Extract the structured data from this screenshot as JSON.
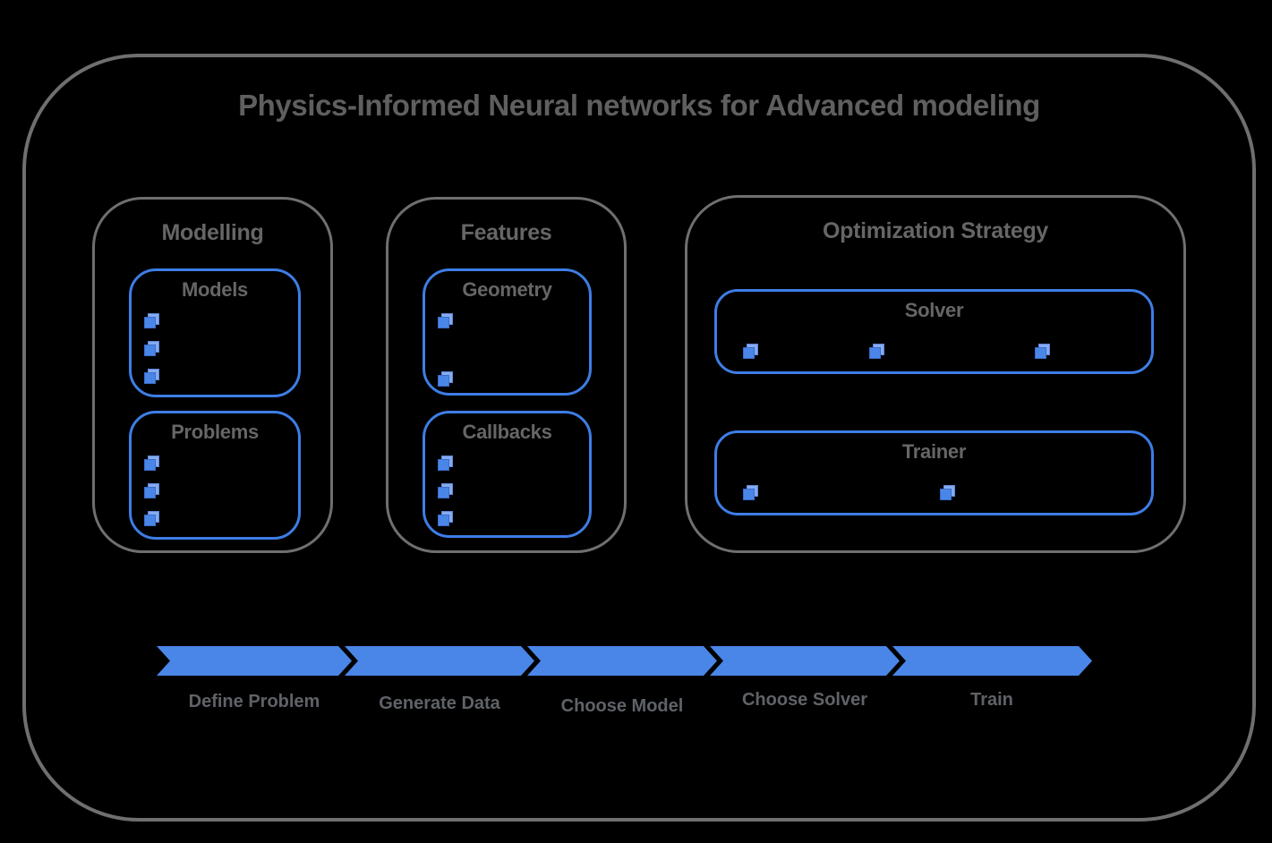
{
  "page": {
    "title": "Physics-Informed Neural networks for Advanced modeling"
  },
  "colors": {
    "background": "#000000",
    "frame_border_gray": "#6f6f6f",
    "box_border_blue": "#3e7de6",
    "arrow_blue": "#4a86e8",
    "cube_front_blue": "#4a86e8",
    "cube_top_blue": "#85abf0",
    "text_gray": "#5f5f5f"
  },
  "sections": [
    {
      "label": "Modelling",
      "boxes": [
        {
          "label": "Models",
          "bullet_icon": "cube-icon",
          "bullet_count": 3
        },
        {
          "label": "Problems",
          "bullet_icon": "cube-icon",
          "bullet_count": 3
        }
      ]
    },
    {
      "label": "Features",
      "boxes": [
        {
          "label": "Geometry",
          "bullet_icon": "cube-icon",
          "bullet_count": 2
        },
        {
          "label": "Callbacks",
          "bullet_icon": "cube-icon",
          "bullet_count": 3
        }
      ]
    },
    {
      "label": "Optimization Strategy",
      "boxes": [
        {
          "label": "Solver",
          "bullet_icon": "cube-icon",
          "bullet_count": 3
        },
        {
          "label": "Trainer",
          "bullet_icon": "cube-icon",
          "bullet_count": 2
        }
      ]
    }
  ],
  "pipeline": {
    "steps": [
      {
        "label": "Define Problem"
      },
      {
        "label": "Generate Data"
      },
      {
        "label": "Choose Model"
      },
      {
        "label": "Choose Solver"
      },
      {
        "label": "Train"
      }
    ]
  }
}
